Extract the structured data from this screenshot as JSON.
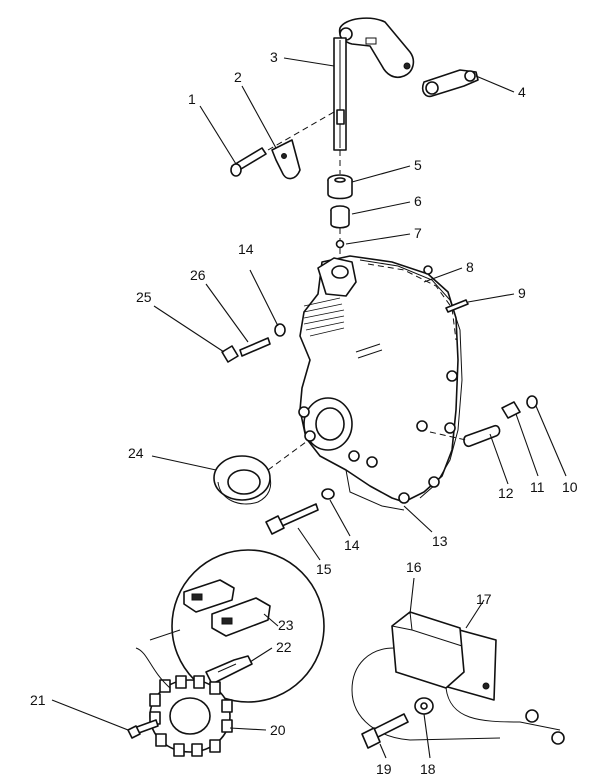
{
  "diagram": {
    "callouts": [
      {
        "id": "1",
        "text": "1"
      },
      {
        "id": "2",
        "text": "2"
      },
      {
        "id": "3",
        "text": "3"
      },
      {
        "id": "4",
        "text": "4"
      },
      {
        "id": "5",
        "text": "5"
      },
      {
        "id": "6",
        "text": "6"
      },
      {
        "id": "7",
        "text": "7"
      },
      {
        "id": "8",
        "text": "8"
      },
      {
        "id": "9",
        "text": "9"
      },
      {
        "id": "10",
        "text": "10"
      },
      {
        "id": "11",
        "text": "11"
      },
      {
        "id": "12",
        "text": "12"
      },
      {
        "id": "13",
        "text": "13"
      },
      {
        "id": "14a",
        "text": "14"
      },
      {
        "id": "14b",
        "text": "14"
      },
      {
        "id": "15",
        "text": "15"
      },
      {
        "id": "16",
        "text": "16"
      },
      {
        "id": "17",
        "text": "17"
      },
      {
        "id": "18",
        "text": "18"
      },
      {
        "id": "19",
        "text": "19"
      },
      {
        "id": "20",
        "text": "20"
      },
      {
        "id": "21",
        "text": "21"
      },
      {
        "id": "22",
        "text": "22"
      },
      {
        "id": "23",
        "text": "23"
      },
      {
        "id": "24",
        "text": "24"
      },
      {
        "id": "25",
        "text": "25"
      },
      {
        "id": "26",
        "text": "26"
      }
    ]
  }
}
